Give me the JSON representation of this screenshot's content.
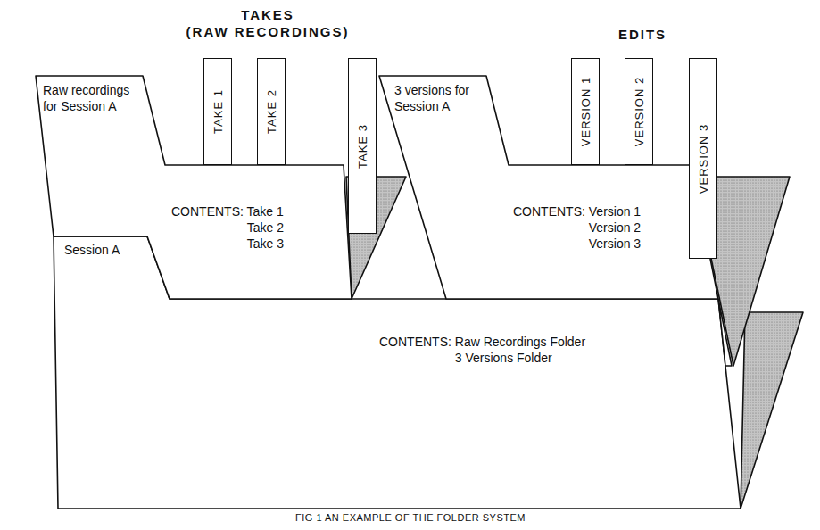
{
  "diagram": {
    "caption": "FIG 1 AN EXAMPLE OF THE FOLDER SYSTEM",
    "nodes": [
      {
        "text": [
          "Session A",
          "CONTENTS: Raw Recordings Folder 3 Versions Folder"
        ]
      },
      {
        "text": [
          "Raw recordings for Session A",
          "CONTENTS: Take 1 Take 2 Take 3"
        ],
        "in": 0
      },
      {
        "text": [
          "3 versions for Session A",
          "CONTENTS: Version 1 Version 2 Version 3"
        ],
        "in": 0
      },
      {
        "text": [
          "TAKE 1"
        ],
        "in": 1
      },
      {
        "text": [
          "TAKE 2"
        ],
        "in": 1
      },
      {
        "text": [
          "TAKE 3"
        ],
        "in": 1
      },
      {
        "text": [
          "VERSION 1"
        ],
        "in": 2
      },
      {
        "text": [
          "VERSION 2"
        ],
        "in": 2
      },
      {
        "text": [
          "VERSION 3"
        ],
        "in": 2
      }
    ],
    "labels": [
      "TAKES (RAW RECORDINGS)",
      "EDITS"
    ]
  }
}
